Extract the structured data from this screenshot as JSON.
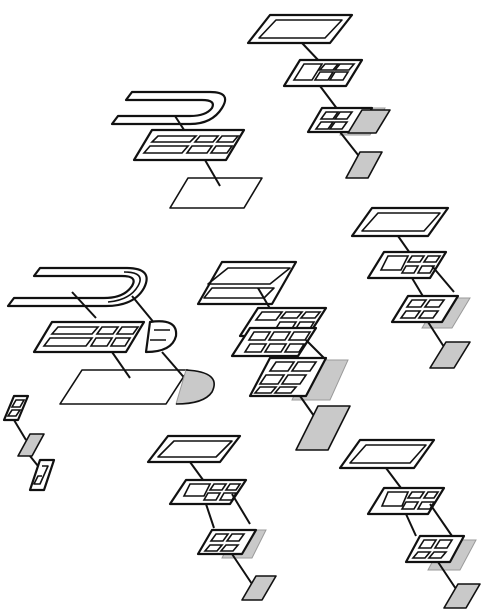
{
  "figure": {
    "kind": "isometric wiring / layered-plate diagram",
    "labels": [],
    "assemblies": [
      "top-right-stack",
      "upper-left-stack",
      "middle-left-stack-with-arcs",
      "center-stack",
      "right-middle-stack",
      "small-left-chain",
      "bottom-center-stack",
      "bottom-right-stack"
    ]
  },
  "colors": {
    "stroke": "#111111",
    "fill": "#ffffff",
    "shade": "#c9c9c9"
  }
}
